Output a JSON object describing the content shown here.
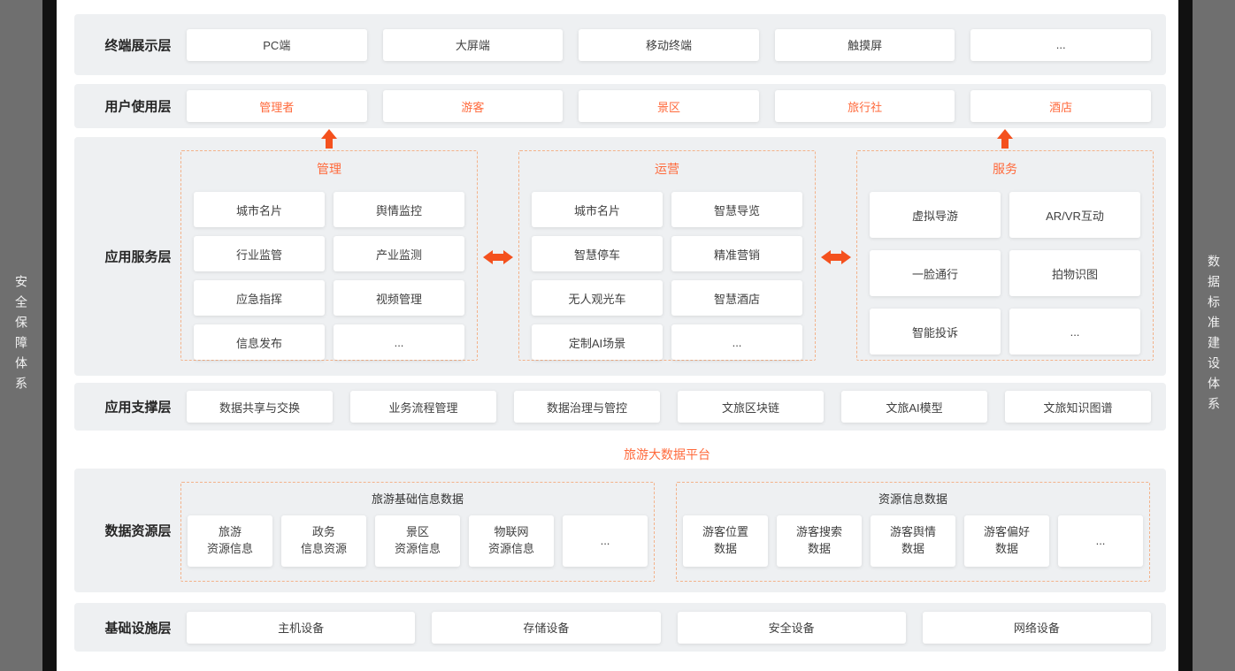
{
  "colors": {
    "accent_orange": "#ff6a3c",
    "arrow_orange": "#f4511e",
    "dashed_border": "#f3b28a",
    "row_bg": "#eef0f2",
    "side_bg": "#6f6f6f",
    "outer_bg": "#111111",
    "card_text": "#404040",
    "label_text": "#262626"
  },
  "sidebars": {
    "left": "安全保障体系",
    "right": "数据标准建设体系"
  },
  "terminal_layer": {
    "label": "终端展示层",
    "cards": [
      "PC端",
      "大屏端",
      "移动终端",
      "触摸屏",
      "..."
    ]
  },
  "user_layer": {
    "label": "用户使用层",
    "cards": [
      "管理者",
      "游客",
      "景区",
      "旅行社",
      "酒店"
    ]
  },
  "app_service_layer": {
    "label": "应用服务层",
    "management_group": {
      "title": "管理",
      "cards": [
        "城市名片",
        "舆情监控",
        "行业监管",
        "产业监测",
        "应急指挥",
        "视频管理",
        "信息发布",
        "..."
      ]
    },
    "operation_group": {
      "title": "运营",
      "cards": [
        "城市名片",
        "智慧导览",
        "智慧停车",
        "精准营销",
        "无人观光车",
        "智慧酒店",
        "定制AI场景",
        "..."
      ]
    },
    "service_group": {
      "title": "服务",
      "cards": [
        "虚拟导游",
        "AR/VR互动",
        "一脸通行",
        "拍物识图",
        "智能投诉",
        "..."
      ]
    }
  },
  "app_support_layer": {
    "label": "应用支撑层",
    "cards": [
      "数据共享与交换",
      "业务流程管理",
      "数据治理与管控",
      "文旅区块链",
      "文旅AI模型",
      "文旅知识图谱"
    ]
  },
  "platform_caption": "旅游大数据平台",
  "data_resource_layer": {
    "label": "数据资源层",
    "basic_group": {
      "title": "旅游基础信息数据",
      "cards": [
        "旅游\n资源信息",
        "政务\n信息资源",
        "景区\n资源信息",
        "物联网\n资源信息",
        "..."
      ]
    },
    "resource_group": {
      "title": "资源信息数据",
      "cards": [
        "游客位置\n数据",
        "游客搜索\n数据",
        "游客舆情\n数据",
        "游客偏好\n数据",
        "..."
      ]
    }
  },
  "infrastructure_layer": {
    "label": "基础设施层",
    "cards": [
      "主机设备",
      "存储设备",
      "安全设备",
      "网络设备"
    ]
  }
}
